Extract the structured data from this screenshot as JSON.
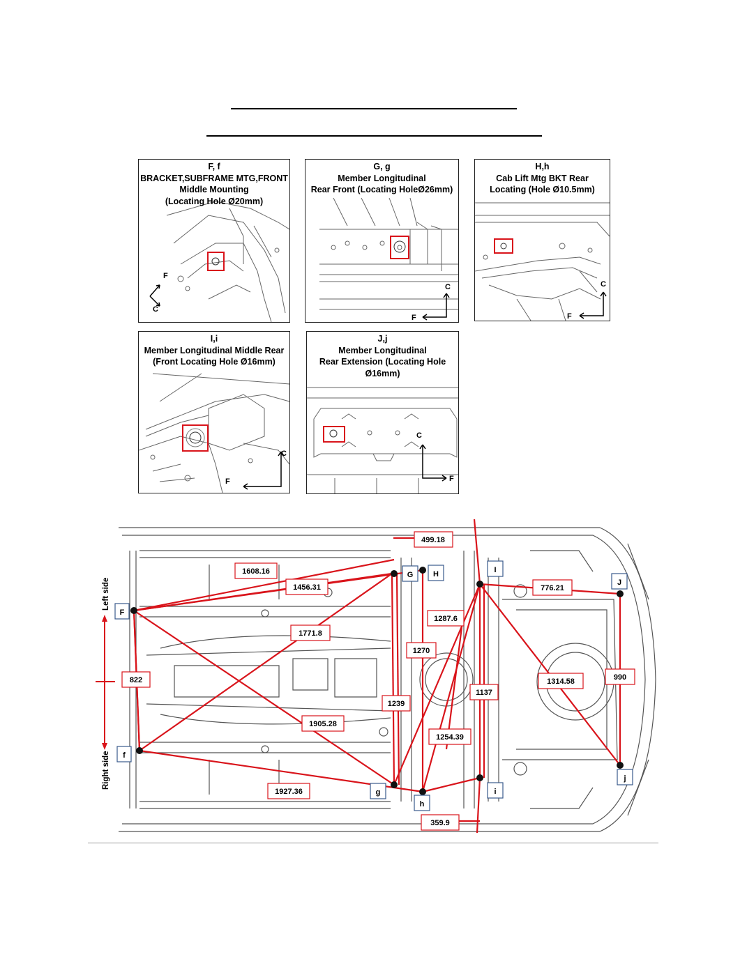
{
  "header": {
    "line1": "",
    "line2": ""
  },
  "panels": [
    {
      "id": "F",
      "lines": [
        "F, f",
        "BRACKET,SUBFRAME MTG,FRONT",
        "Middle Mounting",
        "(Locating Hole Ø20mm)"
      ],
      "axis": [
        "F",
        "C"
      ]
    },
    {
      "id": "G",
      "lines": [
        "G, g",
        "Member Longitudinal",
        "Rear Front (Locating HoleØ26mm)"
      ],
      "axis": [
        "F",
        "C"
      ]
    },
    {
      "id": "H",
      "lines": [
        "H,h",
        "Cab Lift Mtg BKT Rear",
        "Locating (Hole Ø10.5mm)"
      ],
      "axis": [
        "F",
        "C"
      ]
    },
    {
      "id": "I",
      "lines": [
        "I,i",
        "Member Longitudinal Middle Rear",
        "(Front Locating Hole Ø16mm)"
      ],
      "axis": [
        "F",
        "C"
      ]
    },
    {
      "id": "J",
      "lines": [
        "J,j",
        "Member Longitudinal",
        "Rear Extension (Locating Hole",
        "Ø16mm)"
      ],
      "axis": [
        "F",
        "C"
      ]
    }
  ],
  "side_labels": {
    "left": "Left side",
    "right": "Right side"
  },
  "points": [
    "F",
    "f",
    "G",
    "g",
    "H",
    "h",
    "I",
    "i",
    "J",
    "j"
  ],
  "measurements": [
    "499.18",
    "1608.16",
    "1456.31",
    "776.21",
    "1287.6",
    "1771.8",
    "1270",
    "822",
    "1314.58",
    "990",
    "1137",
    "1239",
    "1905.28",
    "1254.39",
    "1927.36",
    "359.9"
  ],
  "colors": {
    "measure_line": "#d9141b",
    "box_border": "#d9141b",
    "point_box_border": "#3a5a8c",
    "drawing": "#555555"
  }
}
